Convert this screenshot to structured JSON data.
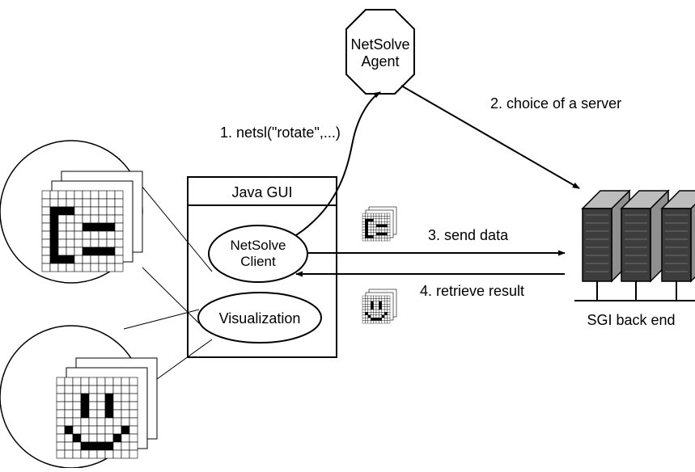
{
  "agent": {
    "line1": "NetSolve",
    "line2": "Agent"
  },
  "gui": {
    "title": "Java GUI"
  },
  "client": {
    "line1": "NetSolve",
    "line2": "Client"
  },
  "visualization": {
    "label": "Visualization"
  },
  "server": {
    "label": "SGI back end"
  },
  "steps": {
    "call": "1. netsl(\"rotate\",...)",
    "choice": "2. choice of a server",
    "send": "3. send data",
    "retrieve": "4. retrieve result"
  },
  "images": {
    "input_pixels": [
      "0000000000",
      "0000000000",
      "0111000000",
      "0100000000",
      "0100011110",
      "0100000000",
      "0100000000",
      "0100011110",
      "0111000000",
      "0000000000"
    ],
    "output_pixels": [
      "0000000000",
      "0000000000",
      "0001001000",
      "0001001000",
      "0001001000",
      "0000000000",
      "0100000010",
      "0010000100",
      "0001111000",
      "0000000000"
    ]
  }
}
